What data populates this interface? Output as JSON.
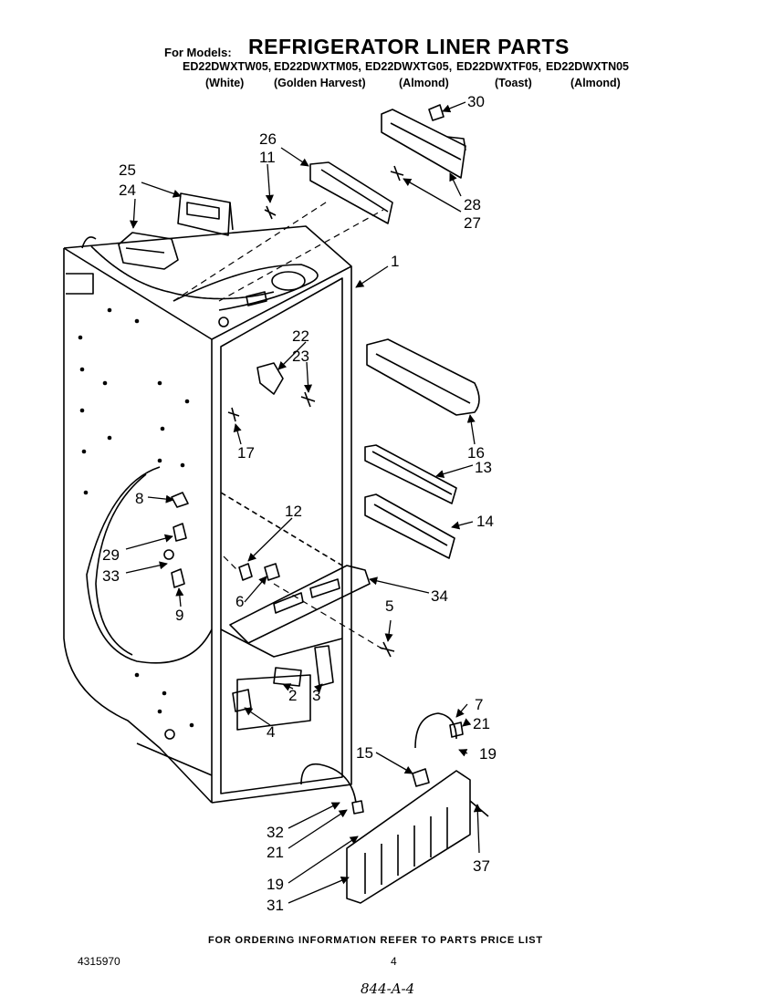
{
  "header": {
    "for_models": "For Models:",
    "title": "REFRIGERATOR LINER PARTS",
    "models": [
      "ED22DWXTW05,",
      "ED22DWXTM05,",
      "ED22DWXTG05,",
      "ED22DWXTF05,",
      "ED22DWXTN05"
    ],
    "colors": [
      "(White)",
      "(Golden Harvest)",
      "(Almond)",
      "(Toast)",
      "(Almond)"
    ]
  },
  "callouts": {
    "c1": "1",
    "c2": "2",
    "c3": "3",
    "c4": "4",
    "c5": "5",
    "c6": "6",
    "c7": "7",
    "c8": "8",
    "c9": "9",
    "c11": "11",
    "c12": "12",
    "c13": "13",
    "c14": "14",
    "c15": "15",
    "c16": "16",
    "c17": "17",
    "c19a": "19",
    "c19b": "19",
    "c21a": "21",
    "c21b": "21",
    "c22": "22",
    "c23": "23",
    "c24": "24",
    "c25": "25",
    "c26": "26",
    "c27": "27",
    "c28": "28",
    "c29": "29",
    "c30": "30",
    "c31": "31",
    "c32": "32",
    "c33": "33",
    "c34": "34",
    "c37": "37"
  },
  "footer": {
    "ordering_note": "FOR ORDERING INFORMATION REFER TO PARTS PRICE LIST",
    "doc_number": "4315970",
    "page_number": "4",
    "handwritten": "844-A-4"
  }
}
